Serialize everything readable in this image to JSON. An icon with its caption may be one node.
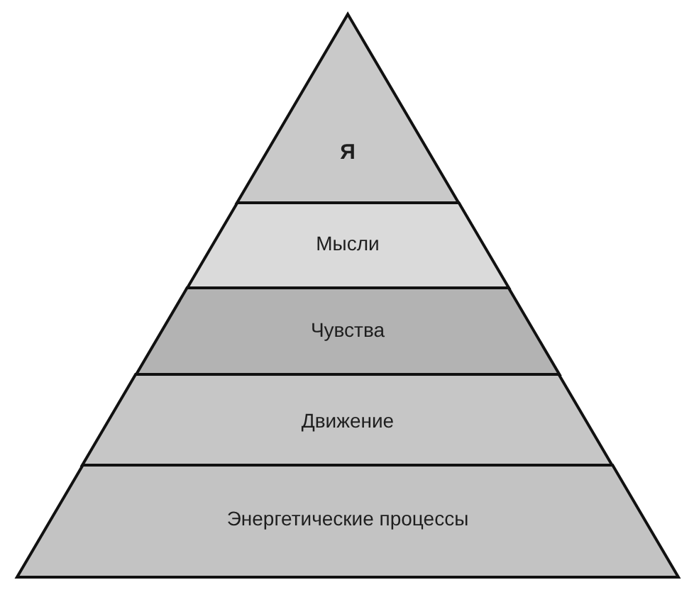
{
  "diagram": {
    "nodes": [
      {
        "text": [
          "Я"
        ]
      },
      {
        "text": [
          "Мысли"
        ]
      },
      {
        "text": [
          "Чувства"
        ]
      },
      {
        "text": [
          "Движение"
        ]
      },
      {
        "text": [
          "Энергетические процессы"
        ]
      }
    ]
  }
}
